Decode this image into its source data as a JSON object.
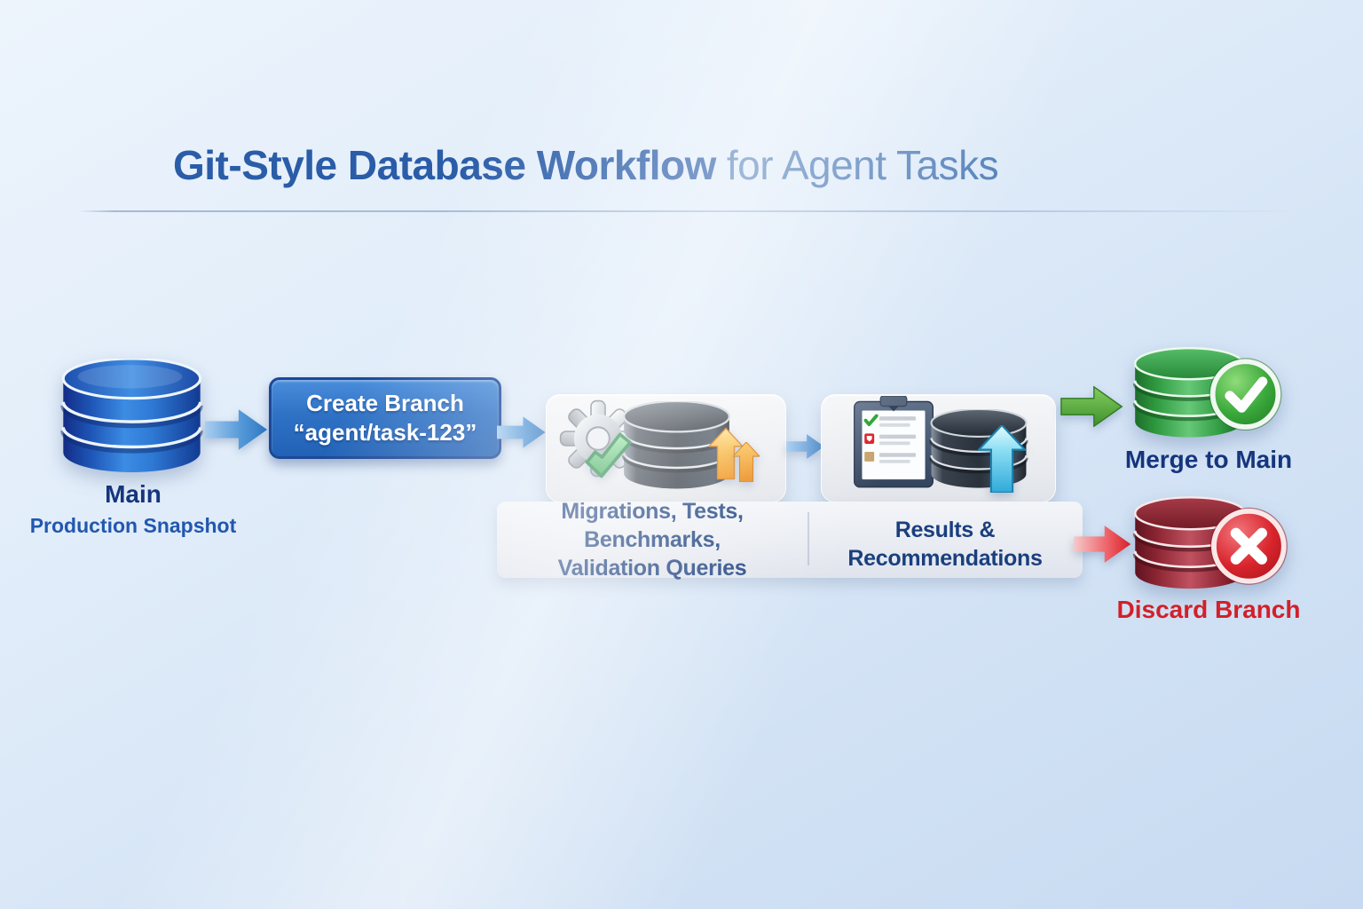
{
  "title": {
    "strong": "Git-Style Database Workflow",
    "light": "for Agent Tasks"
  },
  "main_db": {
    "label": "Main",
    "sublabel": "Production Snapshot"
  },
  "create_branch": {
    "line1": "Create Branch",
    "line2": "“agent/task-123”"
  },
  "work_panel": {
    "caption_line1": "Migrations, Tests, Benchmarks,",
    "caption_line2": "Validation Queries"
  },
  "results_panel": {
    "caption": "Results & Recommendations"
  },
  "merge": {
    "label": "Merge to Main"
  },
  "discard": {
    "label": "Discard Branch"
  },
  "colors": {
    "title_strong": "#2a5ca8",
    "title_light": "#527fb8",
    "flow_blue": "#2f77c2",
    "success_green": "#3f9b2f",
    "danger_red": "#dd1f27",
    "label_navy": "#15357d"
  }
}
